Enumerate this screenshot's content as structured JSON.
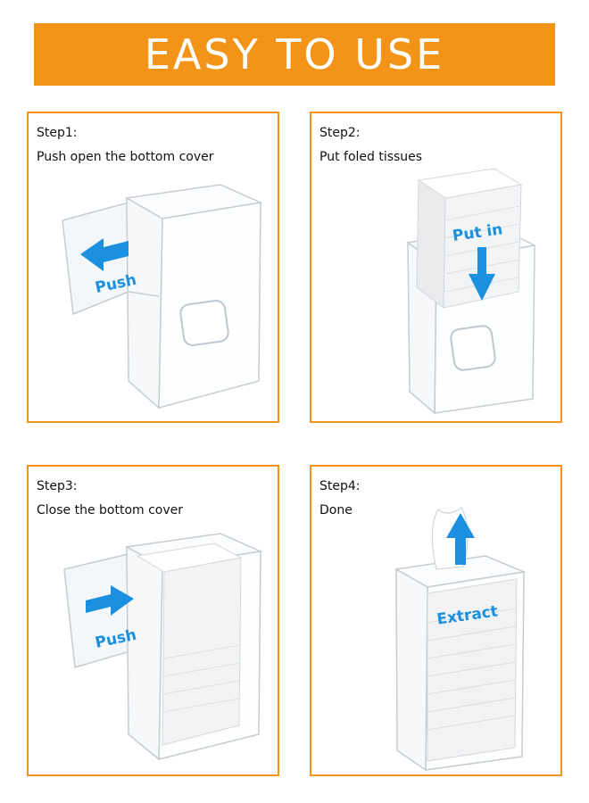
{
  "banner": {
    "title": "EASY TO USE",
    "color": "#f39419"
  },
  "accent_colors": {
    "arrow": "#1b8fe0",
    "border": "#f39419"
  },
  "steps": [
    {
      "step": "Step1:",
      "desc": "Push open the bottom cover",
      "label": "Push",
      "arrow": "left-arrow-icon"
    },
    {
      "step": "Step2:",
      "desc": "Put foled tissues",
      "label": "Put in",
      "arrow": "down-arrow-icon"
    },
    {
      "step": "Step3:",
      "desc": "Close the bottom cover",
      "label": "Push",
      "arrow": "right-arrow-icon"
    },
    {
      "step": "Step4:",
      "desc": "Done",
      "label": "Extract",
      "arrow": "up-arrow-icon"
    }
  ]
}
